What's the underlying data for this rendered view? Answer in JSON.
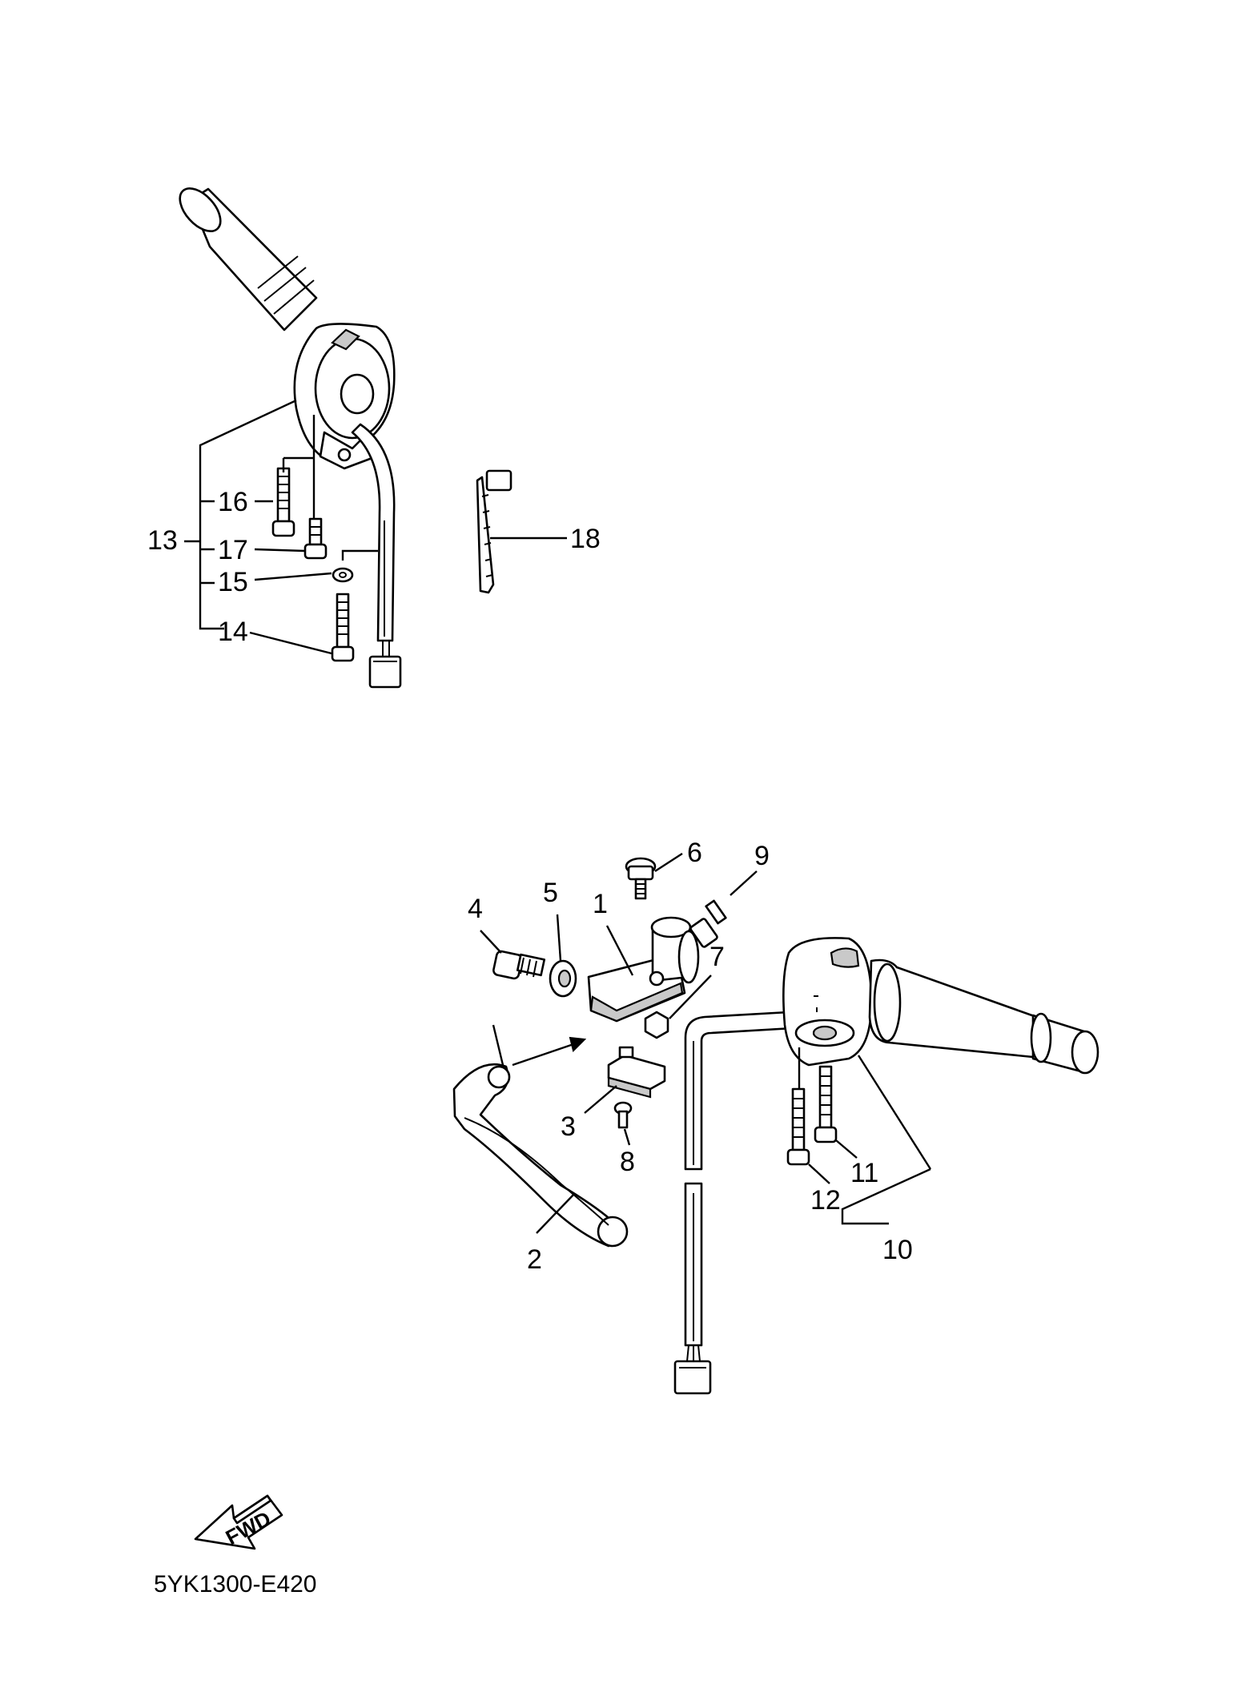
{
  "callouts": {
    "n1": "1",
    "n2": "2",
    "n3": "3",
    "n4": "4",
    "n5": "5",
    "n6": "6",
    "n7": "7",
    "n8": "8",
    "n9": "9",
    "n10": "10",
    "n11": "11",
    "n12": "12",
    "n13": "13",
    "n14": "14",
    "n15": "15",
    "n16": "16",
    "n17": "17",
    "n18": "18"
  },
  "fwd_badge": "FWD",
  "diagram_code": "5YK1300-E420"
}
